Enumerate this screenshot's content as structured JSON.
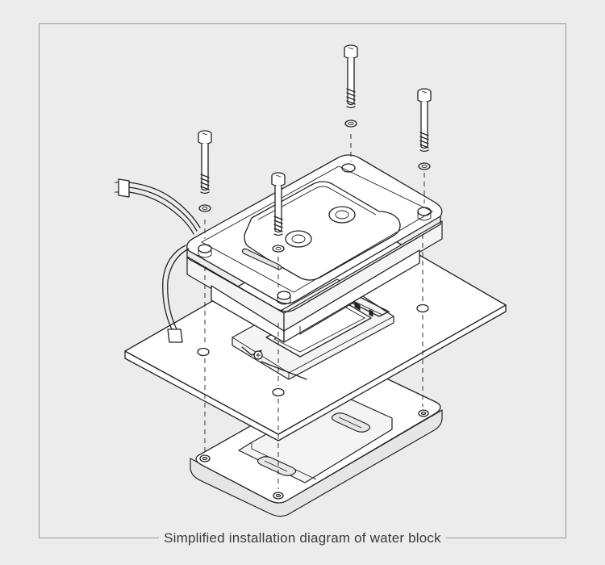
{
  "caption": "Simplified installation diagram of water block",
  "colors": {
    "background": "#ececec",
    "frame": "#9a9a9a",
    "line": "#222222",
    "caption_text": "#3a3a3a"
  },
  "parts": [
    "backplate",
    "motherboard",
    "cpu-socket",
    "water-block",
    "fan-cable",
    "screws",
    "washers"
  ]
}
